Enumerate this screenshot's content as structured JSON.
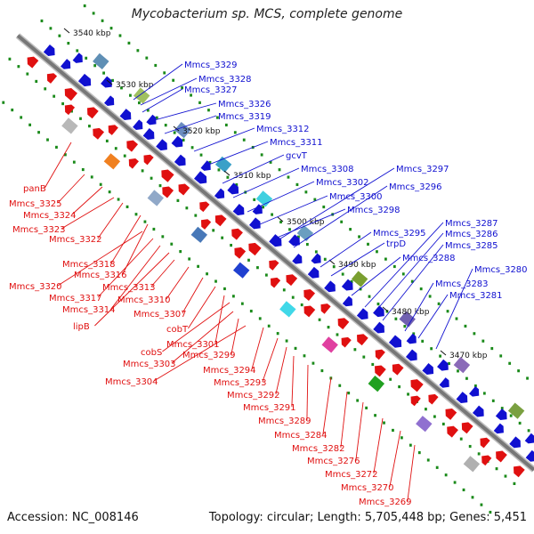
{
  "title": "Mycobacterium sp. MCS, complete genome",
  "accession_text": "Accession: NC_008146",
  "stats_text": "Topology: circular; Length: 5,705,448 bp; Genes: 5,451",
  "colors": {
    "forward": "#1010d0",
    "reverse": "#e01010",
    "backbone": "#808080",
    "gc_dots": "#1a8a1a"
  },
  "kbp_ticks": [
    "3540 kbp",
    "3530 kbp",
    "3520 kbp",
    "3510 kbp",
    "3500 kbp",
    "3490 kbp",
    "3480 kbp",
    "3470 kbp"
  ],
  "forward_labels": [
    "Mmcs_3329",
    "Mmcs_3328",
    "Mmcs_3327",
    "Mmcs_3326",
    "Mmcs_3319",
    "Mmcs_3312",
    "Mmcs_3311",
    "gcvT",
    "Mmcs_3308",
    "Mmcs_3302",
    "Mmcs_3300",
    "Mmcs_3298",
    "Mmcs_3297",
    "Mmcs_3296",
    "Mmcs_3295",
    "trpD",
    "Mmcs_3288",
    "Mmcs_3287",
    "Mmcs_3286",
    "Mmcs_3285",
    "Mmcs_3283",
    "Mmcs_3281",
    "Mmcs_3280"
  ],
  "reverse_labels": [
    "panB",
    "Mmcs_3325",
    "Mmcs_3324",
    "Mmcs_3323",
    "Mmcs_3322",
    "Mmcs_3318",
    "Mmcs_3316",
    "Mmcs_3320",
    "Mmcs_3317",
    "Mmcs_3314",
    "lipB",
    "Mmcs_3313",
    "Mmcs_3310",
    "Mmcs_3307",
    "cobT",
    "Mmcs_3301",
    "cobS",
    "Mmcs_3303",
    "Mmcs_3299",
    "Mmcs_3304",
    "Mmcs_3294",
    "Mmcs_3293",
    "Mmcs_3292",
    "Mmcs_3291",
    "Mmcs_3289",
    "Mmcs_3284",
    "Mmcs_3282",
    "Mmcs_3276",
    "Mmcs_3272",
    "Mmcs_3270",
    "Mmcs_3269"
  ]
}
